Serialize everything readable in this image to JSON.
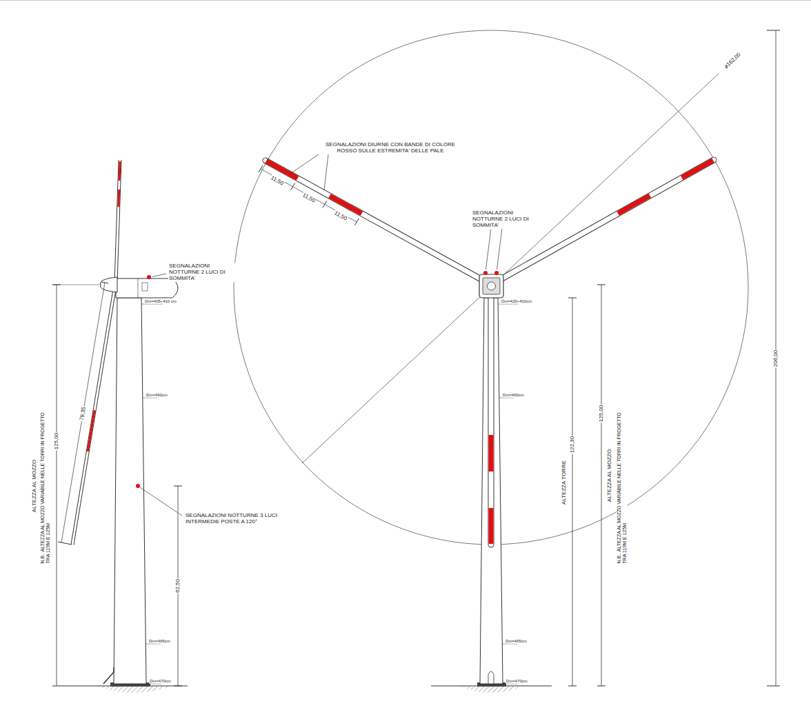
{
  "diagram": {
    "labels": [
      "SEGNALAZIONI DIURNE CON BANDE DI COLORE ROSSO SULLE ESTREMITA' DELLE PALE",
      "11,50",
      "11,50",
      "11,50",
      "ø162,00",
      "206,00",
      "SEGNALAZIONI NOTTURNE 2 LUCI DI SOMMITA'",
      "SEGNALAZIONI NOTTURNE 2 LUCI DI SOMMITA'",
      "Dm=405÷410 cm",
      "Dm=420÷410cm",
      "Dm=460cm",
      "Dm=460cm",
      "ALTEZZA AL MOZZO",
      "125,00",
      "N.B.: ALTEZZA AL MOZZO VARIABILE NELLE TORRI IN PROGETTO TRA 119M E 125M",
      "79,35",
      "SEGNALAZIONI NOTTURNE 3 LUCI INTERMEDIE POSTE A 120°",
      "62,50",
      "ALTEZZA TORRE",
      "122,30",
      "ALTEZZA AL MOZZO",
      "125,00",
      "N.B.: ALTEZZA AL MOZZO VARIABILE NELLE TORRI IN PROGETTO TRA 119M E 125M",
      "Dm=465cm",
      "Dm=465cm",
      "Dm=470cm",
      "Dm=470cm"
    ]
  }
}
